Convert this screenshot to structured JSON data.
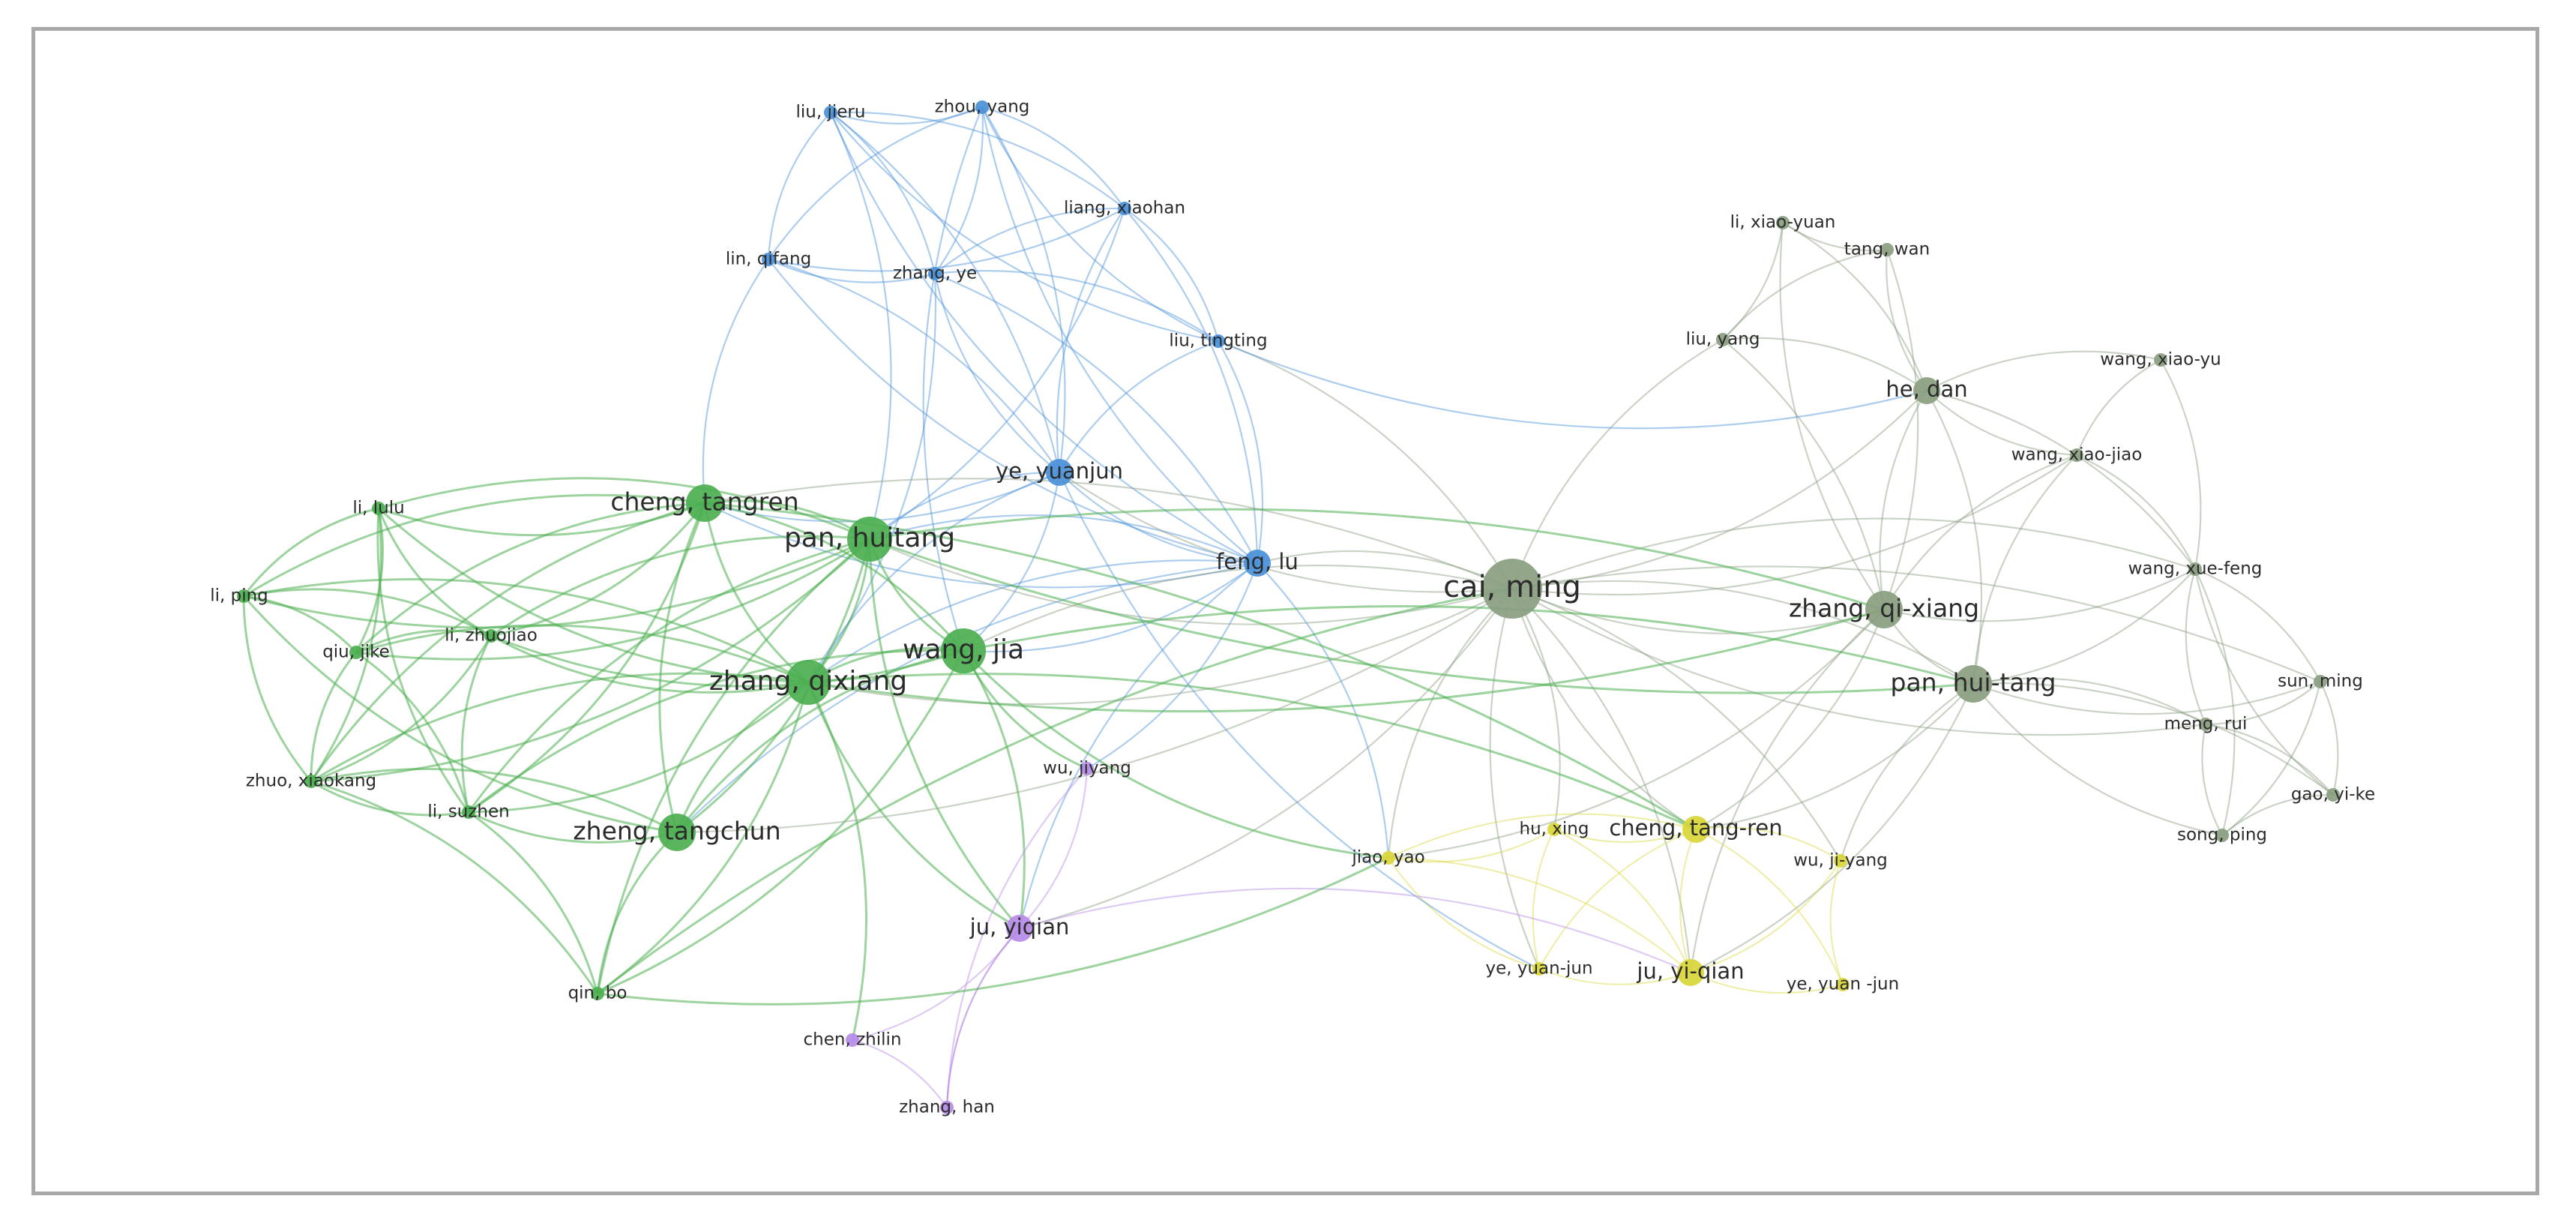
{
  "colors": {
    "green": "#4caf50",
    "blue": "#4a90d9",
    "purple": "#b58ae6",
    "yellow": "#d9d63a",
    "olive": "#8a9e80",
    "frame": "#a8a8a8"
  },
  "nodes": [
    {
      "id": "liu-jieru",
      "label": "liu, jieru",
      "cluster": "blue",
      "weight": 1
    },
    {
      "id": "zhou-yang",
      "label": "zhou, yang",
      "cluster": "blue",
      "weight": 1
    },
    {
      "id": "liang-xiaohan",
      "label": "liang, xiaohan",
      "cluster": "blue",
      "weight": 1
    },
    {
      "id": "lin-qifang",
      "label": "lin, qifang",
      "cluster": "blue",
      "weight": 1
    },
    {
      "id": "zhang-ye",
      "label": "zhang, ye",
      "cluster": "blue",
      "weight": 1
    },
    {
      "id": "liu-tingting",
      "label": "liu, tingting",
      "cluster": "blue",
      "weight": 1
    },
    {
      "id": "ye-yuanjun",
      "label": "ye, yuanjun",
      "cluster": "blue",
      "weight": 2
    },
    {
      "id": "feng-lu",
      "label": "feng, lu",
      "cluster": "blue",
      "weight": 2
    },
    {
      "id": "cheng-tangren",
      "label": "cheng, tangren",
      "cluster": "green",
      "weight": 3
    },
    {
      "id": "pan-huitang",
      "label": "pan, huitang",
      "cluster": "green",
      "weight": 4
    },
    {
      "id": "li-lulu",
      "label": "li, lulu",
      "cluster": "green",
      "weight": 1
    },
    {
      "id": "li-ping",
      "label": "li, ping",
      "cluster": "green",
      "weight": 1
    },
    {
      "id": "li-zhuojiao",
      "label": "li, zhuojiao",
      "cluster": "green",
      "weight": 1
    },
    {
      "id": "qiu-jike",
      "label": "qiu, jike",
      "cluster": "green",
      "weight": 1
    },
    {
      "id": "zhang-qixiang",
      "label": "zhang, qixiang",
      "cluster": "green",
      "weight": 4
    },
    {
      "id": "wang-jia",
      "label": "wang, jia",
      "cluster": "green",
      "weight": 4
    },
    {
      "id": "zhuo-xiaokang",
      "label": "zhuo, xiaokang",
      "cluster": "green",
      "weight": 1
    },
    {
      "id": "li-suzhen",
      "label": "li, suzhen",
      "cluster": "green",
      "weight": 1
    },
    {
      "id": "zheng-tangchun",
      "label": "zheng, tangchun",
      "cluster": "green",
      "weight": 3
    },
    {
      "id": "qin-bo",
      "label": "qin, bo",
      "cluster": "green",
      "weight": 1
    },
    {
      "id": "wu-jiyang",
      "label": "wu, jiyang",
      "cluster": "purple",
      "weight": 1
    },
    {
      "id": "ju-yiqian",
      "label": "ju, yiqian",
      "cluster": "purple",
      "weight": 2
    },
    {
      "id": "chen-zhilin",
      "label": "chen, zhilin",
      "cluster": "purple",
      "weight": 1
    },
    {
      "id": "zhang-han",
      "label": "zhang, han",
      "cluster": "purple",
      "weight": 1
    },
    {
      "id": "cai-ming",
      "label": "cai, ming",
      "cluster": "olive",
      "weight": 5
    },
    {
      "id": "li-xiao-yuan",
      "label": "li, xiao-yuan",
      "cluster": "olive",
      "weight": 1
    },
    {
      "id": "tang-wan",
      "label": "tang, wan",
      "cluster": "olive",
      "weight": 1
    },
    {
      "id": "liu-yang",
      "label": "liu, yang",
      "cluster": "olive",
      "weight": 1
    },
    {
      "id": "he-dan",
      "label": "he, dan",
      "cluster": "olive",
      "weight": 2
    },
    {
      "id": "wang-xiao-yu",
      "label": "wang, xiao-yu",
      "cluster": "olive",
      "weight": 1
    },
    {
      "id": "wang-xiao-jiao",
      "label": "wang, xiao-jiao",
      "cluster": "olive",
      "weight": 1
    },
    {
      "id": "wang-xue-feng",
      "label": "wang, xue-feng",
      "cluster": "olive",
      "weight": 1
    },
    {
      "id": "zhang-qi-xiang",
      "label": "zhang, qi-xiang",
      "cluster": "olive",
      "weight": 3
    },
    {
      "id": "pan-hui-tang",
      "label": "pan, hui-tang",
      "cluster": "olive",
      "weight": 3
    },
    {
      "id": "sun-ming",
      "label": "sun, ming",
      "cluster": "olive",
      "weight": 1
    },
    {
      "id": "meng-rui",
      "label": "meng, rui",
      "cluster": "olive",
      "weight": 1
    },
    {
      "id": "gao-yi-ke",
      "label": "gao, yi-ke",
      "cluster": "olive",
      "weight": 1
    },
    {
      "id": "song-ping",
      "label": "song, ping",
      "cluster": "olive",
      "weight": 1
    },
    {
      "id": "jiao-yao",
      "label": "jiao, yao",
      "cluster": "yellow",
      "weight": 1
    },
    {
      "id": "hu-xing",
      "label": "hu, xing",
      "cluster": "yellow",
      "weight": 1
    },
    {
      "id": "cheng-tang-ren",
      "label": "cheng, tang-ren",
      "cluster": "yellow",
      "weight": 2
    },
    {
      "id": "wu-ji-yang",
      "label": "wu, ji-yang",
      "cluster": "yellow",
      "weight": 1
    },
    {
      "id": "ye-yuan-jun",
      "label": "ye, yuan-jun",
      "cluster": "yellow",
      "weight": 1
    },
    {
      "id": "ju-yi-qian",
      "label": "ju, yi-qian",
      "cluster": "yellow",
      "weight": 2
    },
    {
      "id": "ye-yuan--jun",
      "label": "ye, yuan -jun",
      "cluster": "yellow",
      "weight": 1
    }
  ],
  "edges": [
    [
      "liu-jieru",
      "zhou-yang"
    ],
    [
      "liu-jieru",
      "liang-xiaohan"
    ],
    [
      "liu-jieru",
      "lin-qifang"
    ],
    [
      "liu-jieru",
      "zhang-ye"
    ],
    [
      "liu-jieru",
      "liu-tingting"
    ],
    [
      "liu-jieru",
      "ye-yuanjun"
    ],
    [
      "liu-jieru",
      "feng-lu"
    ],
    [
      "zhou-yang",
      "liang-xiaohan"
    ],
    [
      "zhou-yang",
      "lin-qifang"
    ],
    [
      "zhou-yang",
      "zhang-ye"
    ],
    [
      "zhou-yang",
      "liu-tingting"
    ],
    [
      "zhou-yang",
      "ye-yuanjun"
    ],
    [
      "zhou-yang",
      "feng-lu"
    ],
    [
      "liang-xiaohan",
      "lin-qifang"
    ],
    [
      "liang-xiaohan",
      "zhang-ye"
    ],
    [
      "liang-xiaohan",
      "liu-tingting"
    ],
    [
      "liang-xiaohan",
      "ye-yuanjun"
    ],
    [
      "liang-xiaohan",
      "feng-lu"
    ],
    [
      "lin-qifang",
      "zhang-ye"
    ],
    [
      "lin-qifang",
      "ye-yuanjun"
    ],
    [
      "lin-qifang",
      "feng-lu"
    ],
    [
      "zhang-ye",
      "liu-tingting"
    ],
    [
      "zhang-ye",
      "ye-yuanjun"
    ],
    [
      "zhang-ye",
      "feng-lu"
    ],
    [
      "liu-tingting",
      "ye-yuanjun"
    ],
    [
      "liu-tingting",
      "feng-lu"
    ],
    [
      "ye-yuanjun",
      "feng-lu"
    ],
    [
      "liu-jieru",
      "pan-huitang"
    ],
    [
      "zhou-yang",
      "wang-jia"
    ],
    [
      "zhang-ye",
      "zhang-qixiang"
    ],
    [
      "lin-qifang",
      "cheng-tangren"
    ],
    [
      "liang-xiaohan",
      "pan-huitang"
    ],
    [
      "ye-yuanjun",
      "pan-huitang"
    ],
    [
      "ye-yuanjun",
      "wang-jia"
    ],
    [
      "ye-yuanjun",
      "zhang-qixiang"
    ],
    [
      "ye-yuanjun",
      "cheng-tangren"
    ],
    [
      "feng-lu",
      "pan-huitang"
    ],
    [
      "feng-lu",
      "wang-jia"
    ],
    [
      "feng-lu",
      "zhang-qixiang"
    ],
    [
      "feng-lu",
      "cheng-tangren"
    ],
    [
      "feng-lu",
      "zheng-tangchun"
    ],
    [
      "cheng-tangren",
      "pan-huitang"
    ],
    [
      "cheng-tangren",
      "zhang-qixiang"
    ],
    [
      "cheng-tangren",
      "wang-jia"
    ],
    [
      "cheng-tangren",
      "zheng-tangchun"
    ],
    [
      "cheng-tangren",
      "li-lulu"
    ],
    [
      "cheng-tangren",
      "li-ping"
    ],
    [
      "cheng-tangren",
      "li-zhuojiao"
    ],
    [
      "cheng-tangren",
      "qiu-jike"
    ],
    [
      "cheng-tangren",
      "li-suzhen"
    ],
    [
      "cheng-tangren",
      "zhuo-xiaokang"
    ],
    [
      "pan-huitang",
      "zhang-qixiang"
    ],
    [
      "pan-huitang",
      "wang-jia"
    ],
    [
      "pan-huitang",
      "zheng-tangchun"
    ],
    [
      "pan-huitang",
      "li-lulu"
    ],
    [
      "pan-huitang",
      "li-ping"
    ],
    [
      "pan-huitang",
      "li-zhuojiao"
    ],
    [
      "pan-huitang",
      "qiu-jike"
    ],
    [
      "pan-huitang",
      "li-suzhen"
    ],
    [
      "pan-huitang",
      "zhuo-xiaokang"
    ],
    [
      "pan-huitang",
      "qin-bo"
    ],
    [
      "zhang-qixiang",
      "wang-jia"
    ],
    [
      "zhang-qixiang",
      "zheng-tangchun"
    ],
    [
      "zhang-qixiang",
      "li-lulu"
    ],
    [
      "zhang-qixiang",
      "li-ping"
    ],
    [
      "zhang-qixiang",
      "li-zhuojiao"
    ],
    [
      "zhang-qixiang",
      "qiu-jike"
    ],
    [
      "zhang-qixiang",
      "li-suzhen"
    ],
    [
      "zhang-qixiang",
      "zhuo-xiaokang"
    ],
    [
      "zhang-qixiang",
      "qin-bo"
    ],
    [
      "wang-jia",
      "zheng-tangchun"
    ],
    [
      "wang-jia",
      "li-zhuojiao"
    ],
    [
      "wang-jia",
      "li-suzhen"
    ],
    [
      "wang-jia",
      "qin-bo"
    ],
    [
      "li-lulu",
      "li-ping"
    ],
    [
      "li-lulu",
      "qiu-jike"
    ],
    [
      "li-lulu",
      "li-zhuojiao"
    ],
    [
      "li-lulu",
      "zhuo-xiaokang"
    ],
    [
      "li-lulu",
      "li-suzhen"
    ],
    [
      "li-ping",
      "qiu-jike"
    ],
    [
      "li-ping",
      "zhuo-xiaokang"
    ],
    [
      "li-ping",
      "li-zhuojiao"
    ],
    [
      "li-ping",
      "zheng-tangchun"
    ],
    [
      "qiu-jike",
      "li-zhuojiao"
    ],
    [
      "qiu-jike",
      "zhuo-xiaokang"
    ],
    [
      "qiu-jike",
      "li-suzhen"
    ],
    [
      "li-zhuojiao",
      "li-suzhen"
    ],
    [
      "li-zhuojiao",
      "zhuo-xiaokang"
    ],
    [
      "zhuo-xiaokang",
      "li-suzhen"
    ],
    [
      "zhuo-xiaokang",
      "zheng-tangchun"
    ],
    [
      "li-suzhen",
      "zheng-tangchun"
    ],
    [
      "li-suzhen",
      "qin-bo"
    ],
    [
      "zheng-tangchun",
      "qin-bo"
    ],
    [
      "zhuo-xiaokang",
      "qin-bo"
    ],
    [
      "wang-jia",
      "wu-jiyang"
    ],
    [
      "wang-jia",
      "ju-yiqian"
    ],
    [
      "zhang-qixiang",
      "ju-yiqian"
    ],
    [
      "zhang-qixiang",
      "chen-zhilin"
    ],
    [
      "pan-huitang",
      "ju-yiqian"
    ],
    [
      "ju-yiqian",
      "chen-zhilin"
    ],
    [
      "ju-yiqian",
      "zhang-han"
    ],
    [
      "wu-jiyang",
      "ju-yiqian"
    ],
    [
      "feng-lu",
      "ju-yiqian"
    ],
    [
      "feng-lu",
      "wu-jiyang"
    ],
    [
      "ju-yiqian",
      "zhang-han"
    ],
    [
      "chen-zhilin",
      "zhang-han"
    ],
    [
      "wu-jiyang",
      "zhang-han"
    ],
    [
      "cai-ming",
      "pan-huitang"
    ],
    [
      "cai-ming",
      "wang-jia"
    ],
    [
      "cai-ming",
      "zhang-qixiang"
    ],
    [
      "cai-ming",
      "cheng-tangren"
    ],
    [
      "cai-ming",
      "zheng-tangchun"
    ],
    [
      "cai-ming",
      "feng-lu"
    ],
    [
      "cai-ming",
      "ye-yuanjun"
    ],
    [
      "cai-ming",
      "liu-tingting"
    ],
    [
      "cai-ming",
      "ju-yiqian"
    ],
    [
      "cai-ming",
      "zhang-qi-xiang"
    ],
    [
      "cai-ming",
      "pan-hui-tang"
    ],
    [
      "cai-ming",
      "he-dan"
    ],
    [
      "cai-ming",
      "liu-yang"
    ],
    [
      "cai-ming",
      "wang-xiao-jiao"
    ],
    [
      "cai-ming",
      "wang-xue-feng"
    ],
    [
      "cai-ming",
      "jiao-yao"
    ],
    [
      "cai-ming",
      "hu-xing"
    ],
    [
      "cai-ming",
      "cheng-tang-ren"
    ],
    [
      "cai-ming",
      "ju-yi-qian"
    ],
    [
      "cai-ming",
      "ye-yuan-jun"
    ],
    [
      "cai-ming",
      "wu-ji-yang"
    ],
    [
      "cai-ming",
      "meng-rui"
    ],
    [
      "cai-ming",
      "sun-ming"
    ],
    [
      "zhang-qi-xiang",
      "pan-hui-tang"
    ],
    [
      "zhang-qi-xiang",
      "he-dan"
    ],
    [
      "zhang-qi-xiang",
      "liu-yang"
    ],
    [
      "zhang-qi-xiang",
      "wang-xiao-jiao"
    ],
    [
      "zhang-qi-xiang",
      "wang-xue-feng"
    ],
    [
      "zhang-qi-xiang",
      "li-xiao-yuan"
    ],
    [
      "zhang-qi-xiang",
      "tang-wan"
    ],
    [
      "zhang-qi-xiang",
      "cheng-tang-ren"
    ],
    [
      "zhang-qi-xiang",
      "ju-yi-qian"
    ],
    [
      "zhang-qi-xiang",
      "jiao-yao"
    ],
    [
      "pan-hui-tang",
      "he-dan"
    ],
    [
      "pan-hui-tang",
      "wang-xiao-jiao"
    ],
    [
      "pan-hui-tang",
      "wang-xue-feng"
    ],
    [
      "pan-hui-tang",
      "meng-rui"
    ],
    [
      "pan-hui-tang",
      "sun-ming"
    ],
    [
      "pan-hui-tang",
      "gao-yi-ke"
    ],
    [
      "pan-hui-tang",
      "song-ping"
    ],
    [
      "pan-hui-tang",
      "cheng-tang-ren"
    ],
    [
      "pan-hui-tang",
      "wu-ji-yang"
    ],
    [
      "pan-hui-tang",
      "ju-yi-qian"
    ],
    [
      "he-dan",
      "li-xiao-yuan"
    ],
    [
      "he-dan",
      "tang-wan"
    ],
    [
      "he-dan",
      "liu-yang"
    ],
    [
      "he-dan",
      "wang-xiao-yu"
    ],
    [
      "he-dan",
      "wang-xiao-jiao"
    ],
    [
      "he-dan",
      "wang-xue-feng"
    ],
    [
      "li-xiao-yuan",
      "tang-wan"
    ],
    [
      "li-xiao-yuan",
      "liu-yang"
    ],
    [
      "tang-wan",
      "liu-yang"
    ],
    [
      "wang-xiao-yu",
      "wang-xue-feng"
    ],
    [
      "wang-xiao-yu",
      "wang-xiao-jiao"
    ],
    [
      "wang-xiao-jiao",
      "wang-xue-feng"
    ],
    [
      "wang-xue-feng",
      "meng-rui"
    ],
    [
      "wang-xue-feng",
      "sun-ming"
    ],
    [
      "wang-xue-feng",
      "gao-yi-ke"
    ],
    [
      "wang-xue-feng",
      "song-ping"
    ],
    [
      "meng-rui",
      "sun-ming"
    ],
    [
      "meng-rui",
      "gao-yi-ke"
    ],
    [
      "meng-rui",
      "song-ping"
    ],
    [
      "sun-ming",
      "gao-yi-ke"
    ],
    [
      "gao-yi-ke",
      "song-ping"
    ],
    [
      "sun-ming",
      "song-ping"
    ],
    [
      "jiao-yao",
      "hu-xing"
    ],
    [
      "jiao-yao",
      "cheng-tang-ren"
    ],
    [
      "jiao-yao",
      "ye-yuan-jun"
    ],
    [
      "jiao-yao",
      "ju-yi-qian"
    ],
    [
      "hu-xing",
      "cheng-tang-ren"
    ],
    [
      "hu-xing",
      "ju-yi-qian"
    ],
    [
      "hu-xing",
      "ye-yuan-jun"
    ],
    [
      "cheng-tang-ren",
      "wu-ji-yang"
    ],
    [
      "cheng-tang-ren",
      "ju-yi-qian"
    ],
    [
      "cheng-tang-ren",
      "ye-yuan--jun"
    ],
    [
      "cheng-tang-ren",
      "ye-yuan-jun"
    ],
    [
      "wu-ji-yang",
      "ju-yi-qian"
    ],
    [
      "wu-ji-yang",
      "ye-yuan--jun"
    ],
    [
      "ju-yi-qian",
      "ye-yuan-jun"
    ],
    [
      "ju-yi-qian",
      "ye-yuan--jun"
    ],
    [
      "feng-lu",
      "jiao-yao"
    ],
    [
      "wang-jia",
      "jiao-yao"
    ],
    [
      "zhang-qixiang",
      "cheng-tang-ren"
    ],
    [
      "pan-huitang",
      "pan-hui-tang"
    ],
    [
      "pan-huitang",
      "zhang-qi-xiang"
    ],
    [
      "zhang-qixiang",
      "zhang-qi-xiang"
    ],
    [
      "cheng-tangren",
      "cheng-tang-ren"
    ],
    [
      "ye-yuanjun",
      "ye-yuan-jun"
    ],
    [
      "ju-yiqian",
      "ju-yi-qian"
    ],
    [
      "liu-tingting",
      "he-dan"
    ],
    [
      "wang-jia",
      "pan-hui-tang"
    ],
    [
      "qin-bo",
      "jiao-yao"
    ],
    [
      "qin-bo",
      "cai-ming"
    ]
  ]
}
